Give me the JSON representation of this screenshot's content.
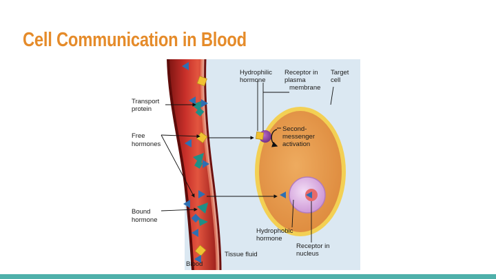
{
  "slide": {
    "title": "Cell Communication in Blood"
  },
  "diagram": {
    "labels": {
      "transport_protein": [
        "Transport",
        "protein"
      ],
      "free_hormones": [
        "Free",
        "hormones"
      ],
      "bound_hormone": [
        "Bound",
        "hormone"
      ],
      "blood": "Blood",
      "tissue_fluid": "Tissue fluid",
      "hydrophilic_hormone": [
        "Hydrophilic",
        "hormone"
      ],
      "receptor_plasma_membrane": [
        "Receptor in",
        "plasma",
        "membrane"
      ],
      "target_cell": [
        "Target",
        "cell"
      ],
      "second_messenger": [
        "Second-",
        "messenger",
        "activation"
      ],
      "hydrophobic_hormone": [
        "Hydrophobic",
        "hormone"
      ],
      "receptor_nucleus": [
        "Receptor in",
        "nucleus"
      ]
    },
    "colors": {
      "vessel_dark": "#8e1a18",
      "vessel_mid": "#c8302a",
      "vessel_light": "#e56a50",
      "tissue_fluid": "#d3e2ef",
      "cell_body": "#e69b4c",
      "cell_membrane": "#f3d054",
      "nucleus": "#d9a8e0",
      "hormone_hydrophilic": "#f1c233",
      "hormone_hydrophobic": "#2e6fb2",
      "transport_protein": "#1f8f86",
      "accent_bar": "#4fb0aa"
    }
  }
}
